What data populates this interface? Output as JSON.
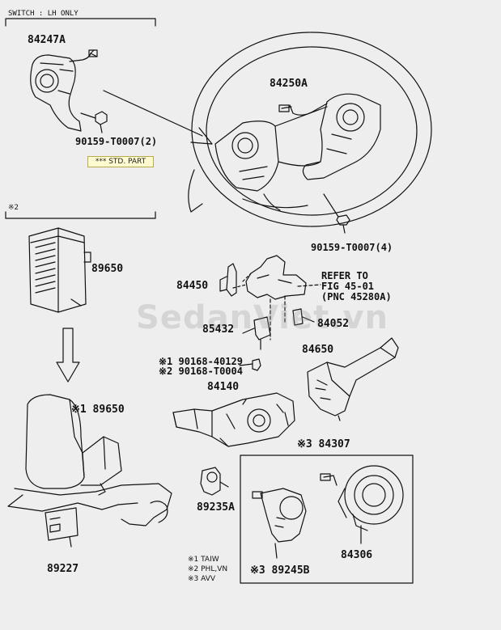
{
  "header": {
    "switch_note": "SWITCH : LH ONLY",
    "section2_mark": "※2"
  },
  "std_part": "*** STD. PART",
  "watermark": "SedanViet.vn",
  "refer": {
    "line1": "REFER TO",
    "line2": "FIG 45-01",
    "line3": "(PNC 45280A)"
  },
  "parts": {
    "p84247A": "84247A",
    "p90159a": "90159-T0007(2)",
    "p84250A": "84250A",
    "p90159b": "90159-T0007(4)",
    "p89650": "89650",
    "p84450": "84450",
    "p85432": "85432",
    "p84052": "84052",
    "p90168a": "※1 90168-40129",
    "p90168b": "※2 90168-T0004",
    "p84650": "84650",
    "p84140": "84140",
    "p89650b": "※1 89650",
    "p84307": "※3 84307",
    "p89235A": "89235A",
    "p84306": "84306",
    "p89245B": "※3 89245B",
    "p89227": "89227"
  },
  "legend": {
    "l1": "※1 TAIW",
    "l2": "※2 PHL,VN",
    "l3": "※3 AVV"
  }
}
